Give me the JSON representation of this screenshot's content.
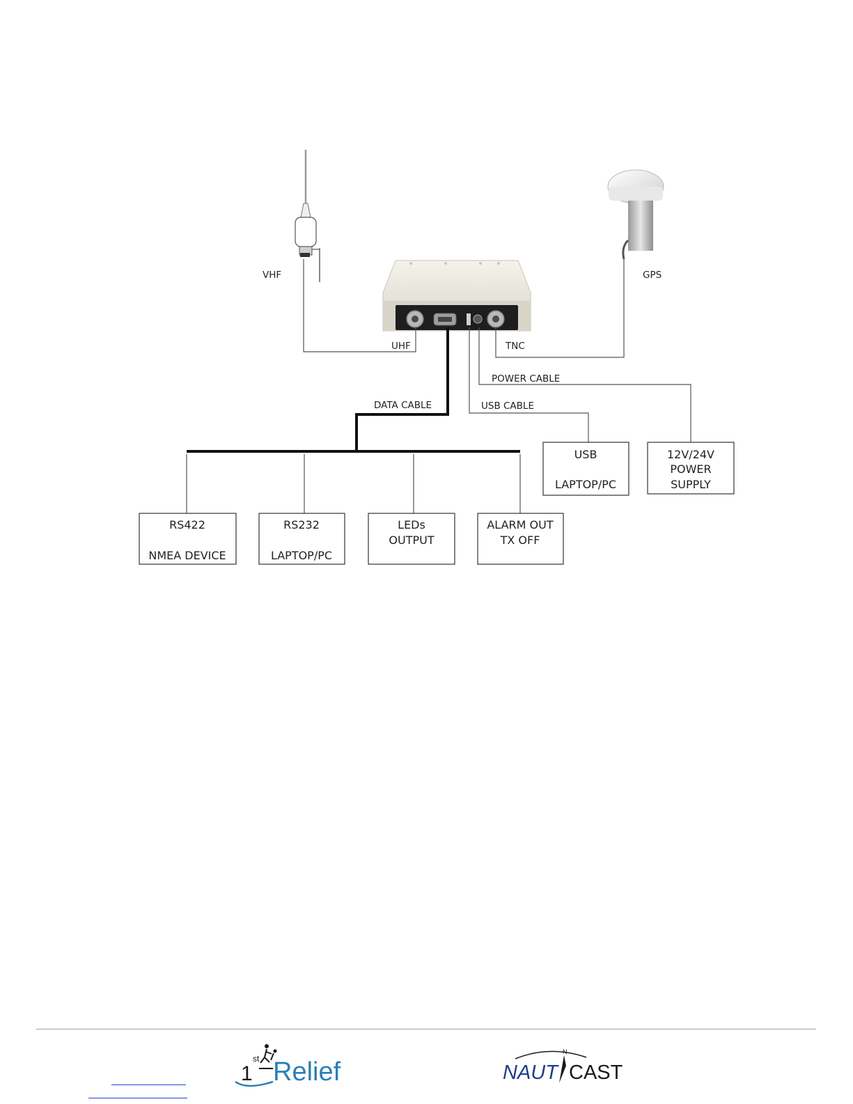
{
  "labels": {
    "vhf": "VHF",
    "gps": "GPS",
    "uhf": "UHF",
    "tnc": "TNC",
    "power_cable": "POWER CABLE",
    "usb_cable": "USB CABLE",
    "data_cable": "DATA CABLE"
  },
  "boxes": {
    "usb": [
      "USB",
      "",
      "LAPTOP/PC"
    ],
    "power": [
      "12V/24V",
      "POWER",
      "SUPPLY"
    ],
    "rs422": [
      "RS422",
      "",
      "NMEA DEVICE"
    ],
    "rs232": [
      "RS232",
      "",
      "LAPTOP/PC"
    ],
    "leds": [
      "LEDs",
      "OUTPUT"
    ],
    "alarm": [
      "ALARM OUT",
      "TX OFF"
    ]
  },
  "footer": {
    "logo1_sup": "st",
    "logo1_num": "1",
    "logo1_word": "Relief",
    "logo2_left": "NAUT",
    "logo2_right": "CAST",
    "logo2_n": "N"
  },
  "colors": {
    "relief_blue": "#2a7fb8",
    "nautcast_blue": "#1f3d8c",
    "link_blue": "#2244cc"
  }
}
